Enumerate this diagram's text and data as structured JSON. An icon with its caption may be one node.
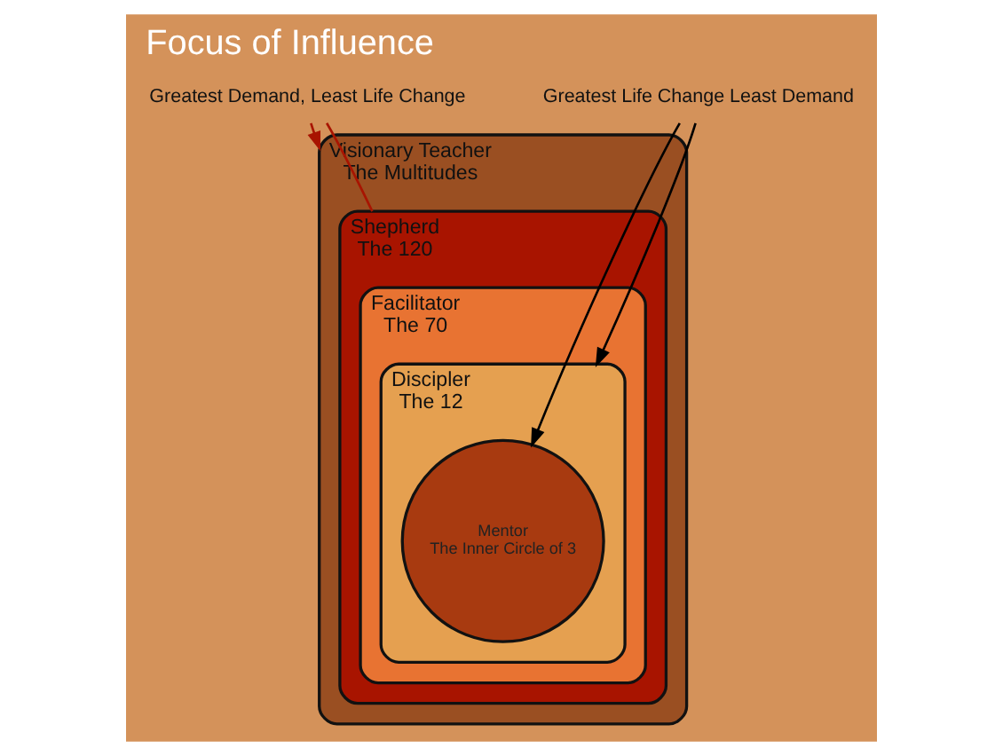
{
  "diagram": {
    "title": "Focus of Influence",
    "nodes": [
      {
        "text": [
          "Visionary Teacher",
          "The Multitudes"
        ]
      },
      {
        "text": [
          "Shepherd",
          "The 120"
        ],
        "in": 0
      },
      {
        "text": [
          "Facilitator",
          "The 70"
        ],
        "in": 1
      },
      {
        "text": [
          "Discipler",
          "The 12"
        ],
        "in": 2
      },
      {
        "text": [
          "Mentor",
          "The Inner Circle of 3"
        ],
        "in": 3
      },
      {
        "text": [
          "Greatest Demand, Least Life Change"
        ]
      },
      {
        "text": [
          "Greatest Life Change Least Demand"
        ]
      }
    ],
    "edges": [
      {
        "from": 5,
        "to": 0,
        "arrow": "to",
        "color": "#a81400"
      },
      {
        "from": 5,
        "to": 1,
        "arrow": "none",
        "color": "#a81400"
      },
      {
        "from": 6,
        "to": 4,
        "arrow": "to",
        "color": "#000000"
      },
      {
        "from": 6,
        "to": 3,
        "arrow": "to",
        "color": "#000000"
      }
    ]
  }
}
